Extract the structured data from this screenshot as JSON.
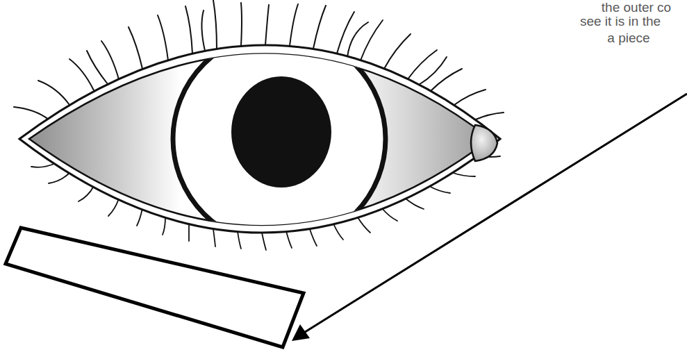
{
  "diagram": {
    "labels": [
      "the outer co",
      "see it is in the",
      "a piece"
    ]
  }
}
